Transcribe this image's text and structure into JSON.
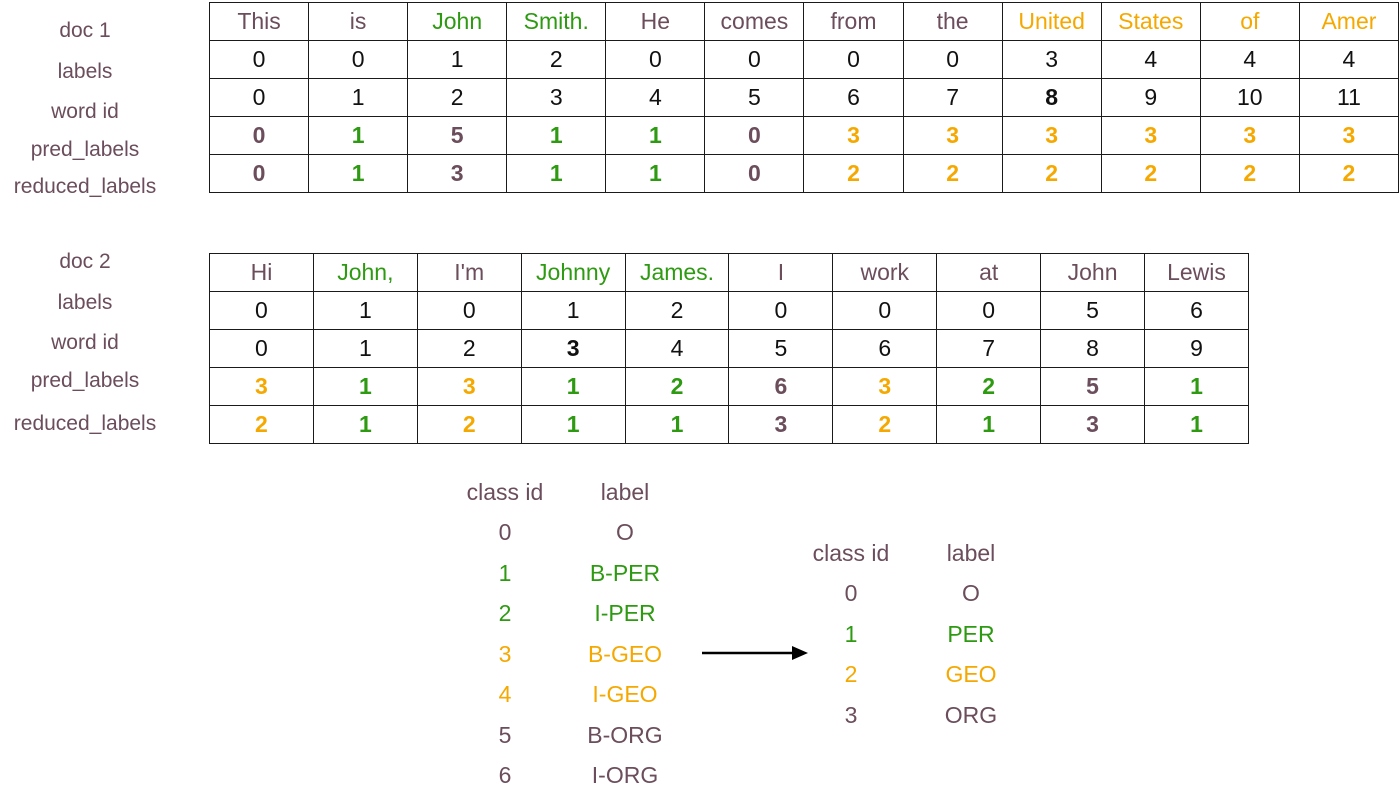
{
  "colors": {
    "label": "#6b4d5c",
    "plain": "#6b4d5c",
    "per": "#2e9a12",
    "geo": "#f5a800",
    "org": "#6b4d5c",
    "num": "#111111"
  },
  "row_labels": [
    "doc 1",
    "labels",
    "word id",
    "pred_labels",
    "reduced_labels",
    "doc 2"
  ],
  "doc1": {
    "words": [
      {
        "text": "This",
        "c": "plain"
      },
      {
        "text": "is",
        "c": "plain"
      },
      {
        "text": "John",
        "c": "per"
      },
      {
        "text": "Smith.",
        "c": "per"
      },
      {
        "text": "He",
        "c": "plain"
      },
      {
        "text": "comes",
        "c": "plain"
      },
      {
        "text": "from",
        "c": "plain"
      },
      {
        "text": "the",
        "c": "plain"
      },
      {
        "text": "United",
        "c": "geo"
      },
      {
        "text": "States",
        "c": "geo"
      },
      {
        "text": "of",
        "c": "geo"
      },
      {
        "text": "Amer",
        "c": "geo"
      }
    ],
    "labels": [
      "0",
      "0",
      "1",
      "2",
      "0",
      "0",
      "0",
      "0",
      "3",
      "4",
      "4",
      "4"
    ],
    "word_ids": [
      "0",
      "1",
      "2",
      "3",
      "4",
      "5",
      "6",
      "7",
      "8",
      "9",
      "10",
      "11"
    ],
    "word_id_bold": [
      8
    ],
    "pred_labels": [
      {
        "v": "0",
        "c": "org"
      },
      {
        "v": "1",
        "c": "per"
      },
      {
        "v": "5",
        "c": "org"
      },
      {
        "v": "1",
        "c": "per"
      },
      {
        "v": "1",
        "c": "per"
      },
      {
        "v": "0",
        "c": "org"
      },
      {
        "v": "3",
        "c": "geo"
      },
      {
        "v": "3",
        "c": "geo"
      },
      {
        "v": "3",
        "c": "geo"
      },
      {
        "v": "3",
        "c": "geo"
      },
      {
        "v": "3",
        "c": "geo"
      },
      {
        "v": "3",
        "c": "geo"
      }
    ],
    "reduced_labels": [
      {
        "v": "0",
        "c": "org"
      },
      {
        "v": "1",
        "c": "per"
      },
      {
        "v": "3",
        "c": "org"
      },
      {
        "v": "1",
        "c": "per"
      },
      {
        "v": "1",
        "c": "per"
      },
      {
        "v": "0",
        "c": "org"
      },
      {
        "v": "2",
        "c": "geo"
      },
      {
        "v": "2",
        "c": "geo"
      },
      {
        "v": "2",
        "c": "geo"
      },
      {
        "v": "2",
        "c": "geo"
      },
      {
        "v": "2",
        "c": "geo"
      },
      {
        "v": "2",
        "c": "geo"
      }
    ]
  },
  "doc2": {
    "words": [
      {
        "text": "Hi",
        "c": "plain"
      },
      {
        "text": "John,",
        "c": "per"
      },
      {
        "text": "I'm",
        "c": "plain"
      },
      {
        "text": "Johnny",
        "c": "per"
      },
      {
        "text": "James.",
        "c": "per"
      },
      {
        "text": "I",
        "c": "plain"
      },
      {
        "text": "work",
        "c": "plain"
      },
      {
        "text": "at",
        "c": "plain"
      },
      {
        "text": "John",
        "c": "plain"
      },
      {
        "text": "Lewis",
        "c": "plain"
      }
    ],
    "labels": [
      "0",
      "1",
      "0",
      "1",
      "2",
      "0",
      "0",
      "0",
      "5",
      "6"
    ],
    "word_ids": [
      "0",
      "1",
      "2",
      "3",
      "4",
      "5",
      "6",
      "7",
      "8",
      "9"
    ],
    "word_id_bold": [
      3
    ],
    "pred_labels": [
      {
        "v": "3",
        "c": "geo"
      },
      {
        "v": "1",
        "c": "per"
      },
      {
        "v": "3",
        "c": "geo"
      },
      {
        "v": "1",
        "c": "per"
      },
      {
        "v": "2",
        "c": "per"
      },
      {
        "v": "6",
        "c": "org"
      },
      {
        "v": "3",
        "c": "geo"
      },
      {
        "v": "2",
        "c": "per"
      },
      {
        "v": "5",
        "c": "org"
      },
      {
        "v": "1",
        "c": "per"
      }
    ],
    "reduced_labels": [
      {
        "v": "2",
        "c": "geo"
      },
      {
        "v": "1",
        "c": "per"
      },
      {
        "v": "2",
        "c": "geo"
      },
      {
        "v": "1",
        "c": "per"
      },
      {
        "v": "1",
        "c": "per"
      },
      {
        "v": "3",
        "c": "org"
      },
      {
        "v": "2",
        "c": "geo"
      },
      {
        "v": "1",
        "c": "per"
      },
      {
        "v": "3",
        "c": "org"
      },
      {
        "v": "1",
        "c": "per"
      }
    ]
  },
  "legend_full": {
    "header_id": "class id",
    "header_label": "label",
    "rows": [
      {
        "id": "0",
        "label": "O",
        "c": "plain"
      },
      {
        "id": "1",
        "label": "B-PER",
        "c": "per"
      },
      {
        "id": "2",
        "label": "I-PER",
        "c": "per"
      },
      {
        "id": "3",
        "label": "B-GEO",
        "c": "geo"
      },
      {
        "id": "4",
        "label": "I-GEO",
        "c": "geo"
      },
      {
        "id": "5",
        "label": "B-ORG",
        "c": "org"
      },
      {
        "id": "6",
        "label": "I-ORG",
        "c": "org"
      }
    ]
  },
  "legend_reduced": {
    "header_id": "class id",
    "header_label": "label",
    "rows": [
      {
        "id": "0",
        "label": "O",
        "c": "plain"
      },
      {
        "id": "1",
        "label": "PER",
        "c": "per"
      },
      {
        "id": "2",
        "label": "GEO",
        "c": "geo"
      },
      {
        "id": "3",
        "label": "ORG",
        "c": "org"
      }
    ]
  }
}
